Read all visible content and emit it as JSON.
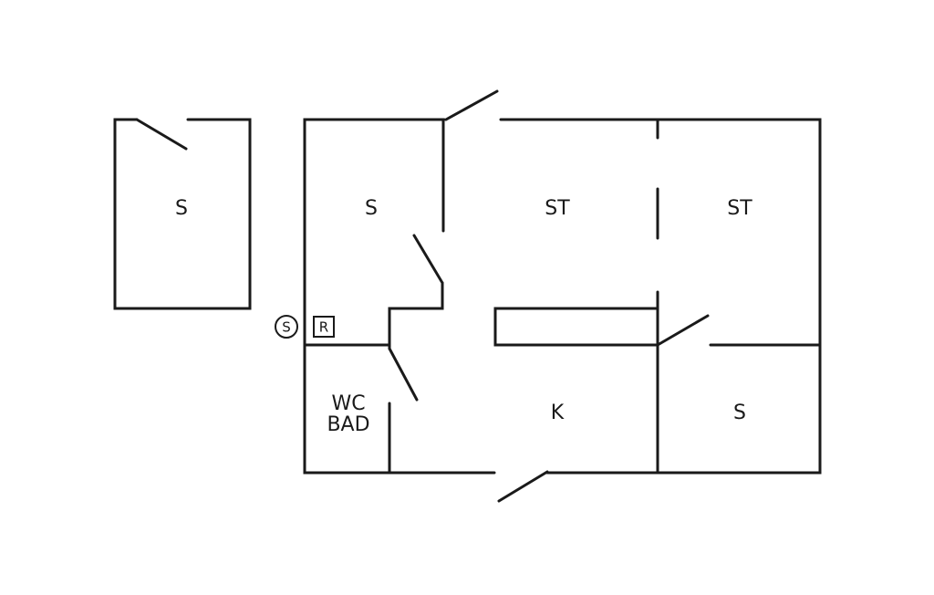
{
  "floorplan": {
    "rooms": {
      "detached_s": "S",
      "bedroom_left": "S",
      "living_1": "ST",
      "living_2": "ST",
      "wc": "WC",
      "bath": "BAD",
      "kitchen": "K",
      "bedroom_right": "S"
    },
    "symbols": {
      "circle": "S",
      "square": "R"
    },
    "line_color": "#1a1a1a"
  }
}
